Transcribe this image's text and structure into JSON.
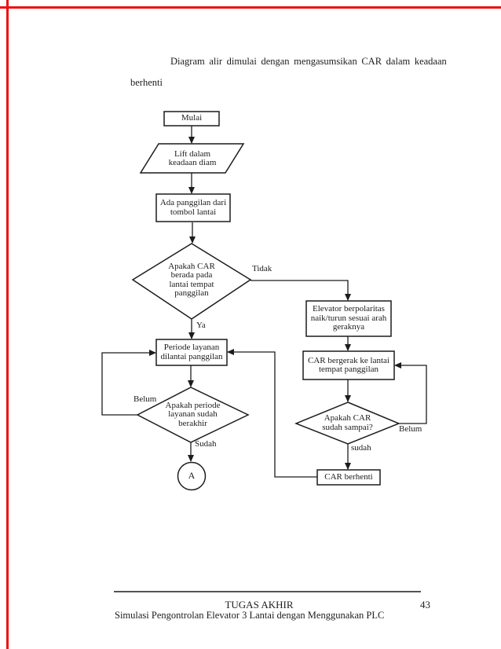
{
  "intro": {
    "line1": "Diagram alir dimulai dengan mengasumsikan CAR dalam keadaan",
    "line2": "berhenti"
  },
  "flowchart": {
    "start": {
      "label": "Mulai"
    },
    "lift_idle": {
      "lines": [
        "Lift dalam",
        "keadaan diam"
      ]
    },
    "call_from_floor": {
      "lines": [
        "Ada panggilan dari",
        "tombol lantai"
      ]
    },
    "decision_car_on_floor": {
      "lines": [
        "Apakah CAR",
        "berada pada",
        "lantai tempat",
        "panggilan"
      ]
    },
    "service_period": {
      "lines": [
        "Periode layanan",
        "dilantai panggilan"
      ]
    },
    "decision_period_over": {
      "lines": [
        "Apakah periode",
        "layanan sudah",
        "berakhir"
      ]
    },
    "connector": {
      "label": "A"
    },
    "elevator_polarity": {
      "lines": [
        "Elevator berpolaritas",
        "naik/turun sesuai arah",
        "geraknya"
      ]
    },
    "car_moves": {
      "lines": [
        "CAR bergerak ke lantai",
        "tempat panggilan"
      ]
    },
    "decision_car_arrived": {
      "lines": [
        "Apakah CAR",
        "sudah sampai?"
      ]
    },
    "car_stops": {
      "label": "CAR berhenti"
    },
    "labels": {
      "tidak": "Tidak",
      "ya": "Ya",
      "belum_left": "Belum",
      "sudah_left": "Sudah",
      "sudah_right": "sudah",
      "belum_right": "Belum"
    }
  },
  "footer": {
    "title": "TUGAS AKHIR",
    "page_number": "43",
    "subtitle": "Simulasi Pengontrolan Elevator 3 Lantai dengan Menggunakan PLC"
  },
  "colors": {
    "ink": "#1c1c1c",
    "margin_line_red": "#ee1010",
    "paper": "#ffffff"
  }
}
